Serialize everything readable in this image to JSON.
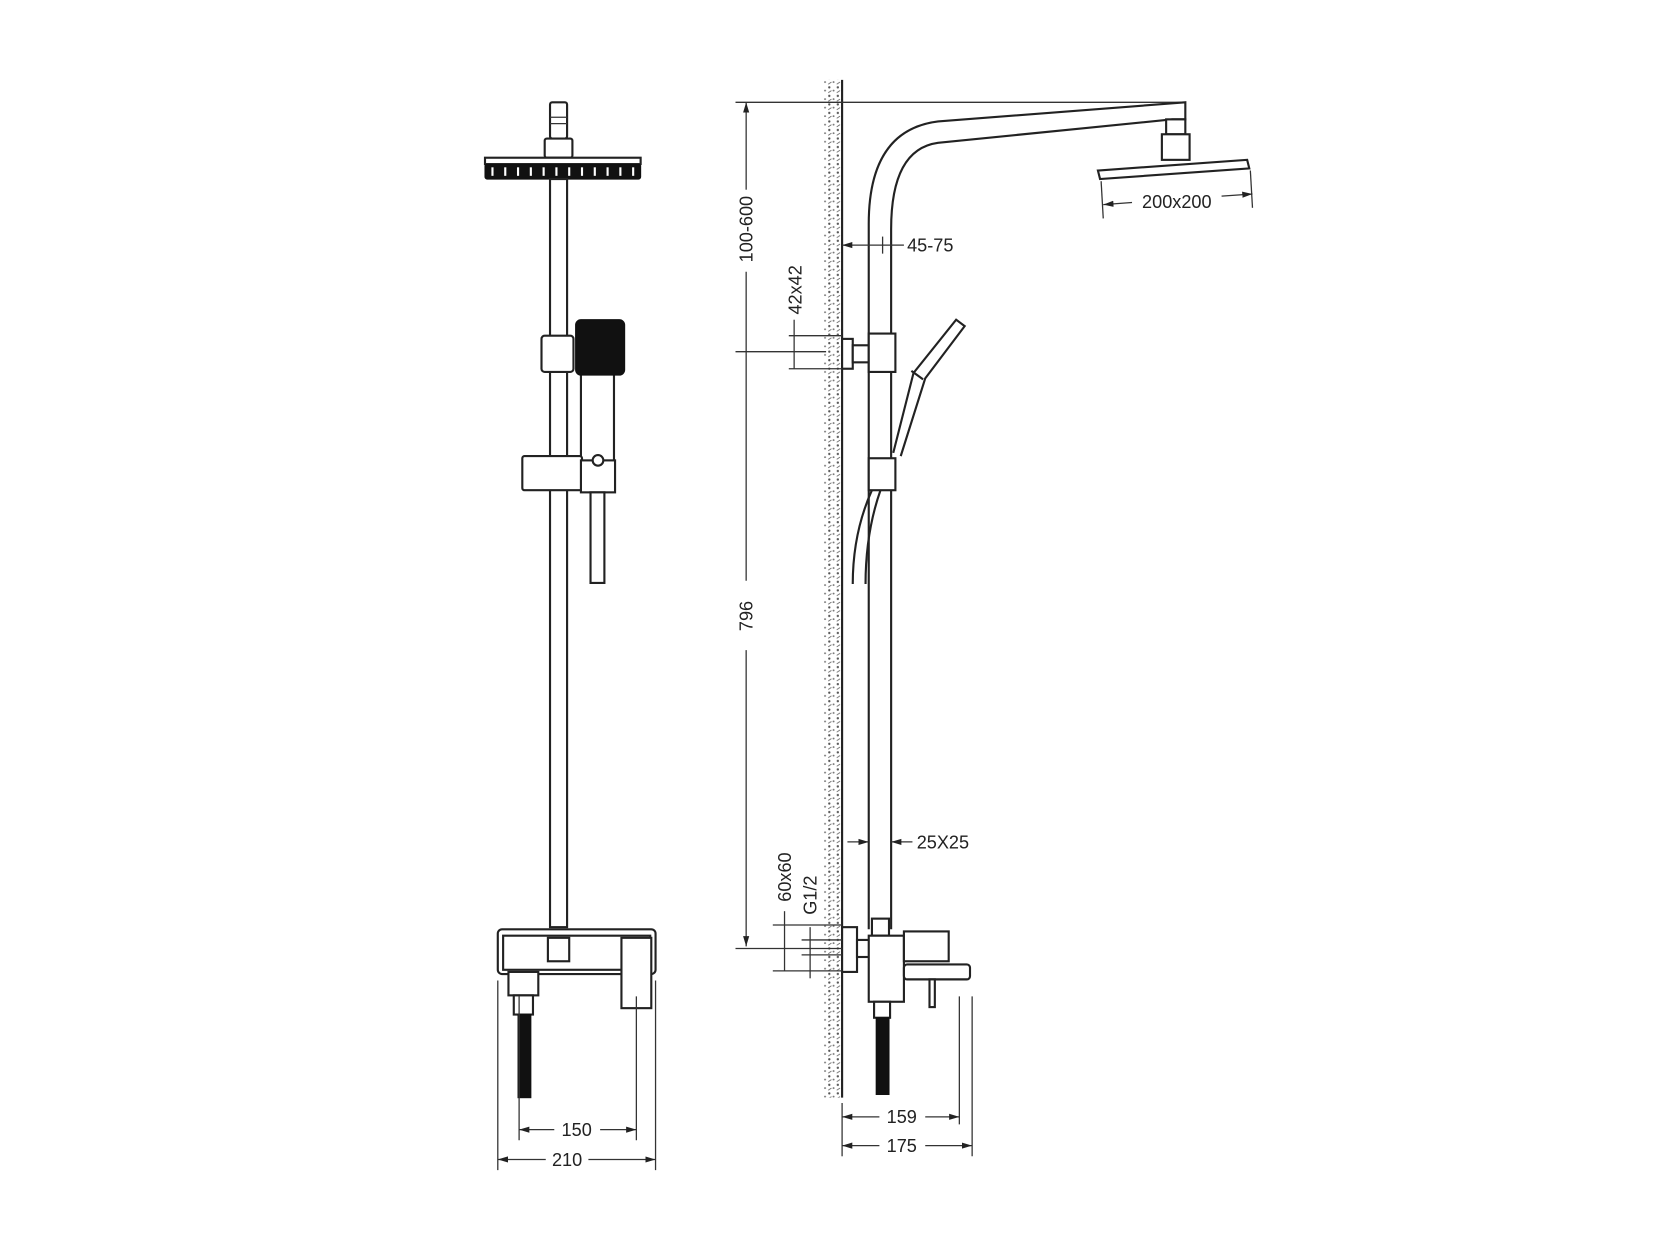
{
  "front_view": {
    "dimensions": {
      "inner_width": "150",
      "total_width": "210"
    }
  },
  "side_view": {
    "dimensions": {
      "head_size": "200x200",
      "rail_offset": "45-75",
      "height_adjust": "100-600",
      "bracket_size": "42x42",
      "rail_height": "796",
      "rail_section": "25X25",
      "flange_size": "60x60",
      "thread": "G1/2",
      "spout_reach": "159",
      "total_depth": "175"
    }
  }
}
